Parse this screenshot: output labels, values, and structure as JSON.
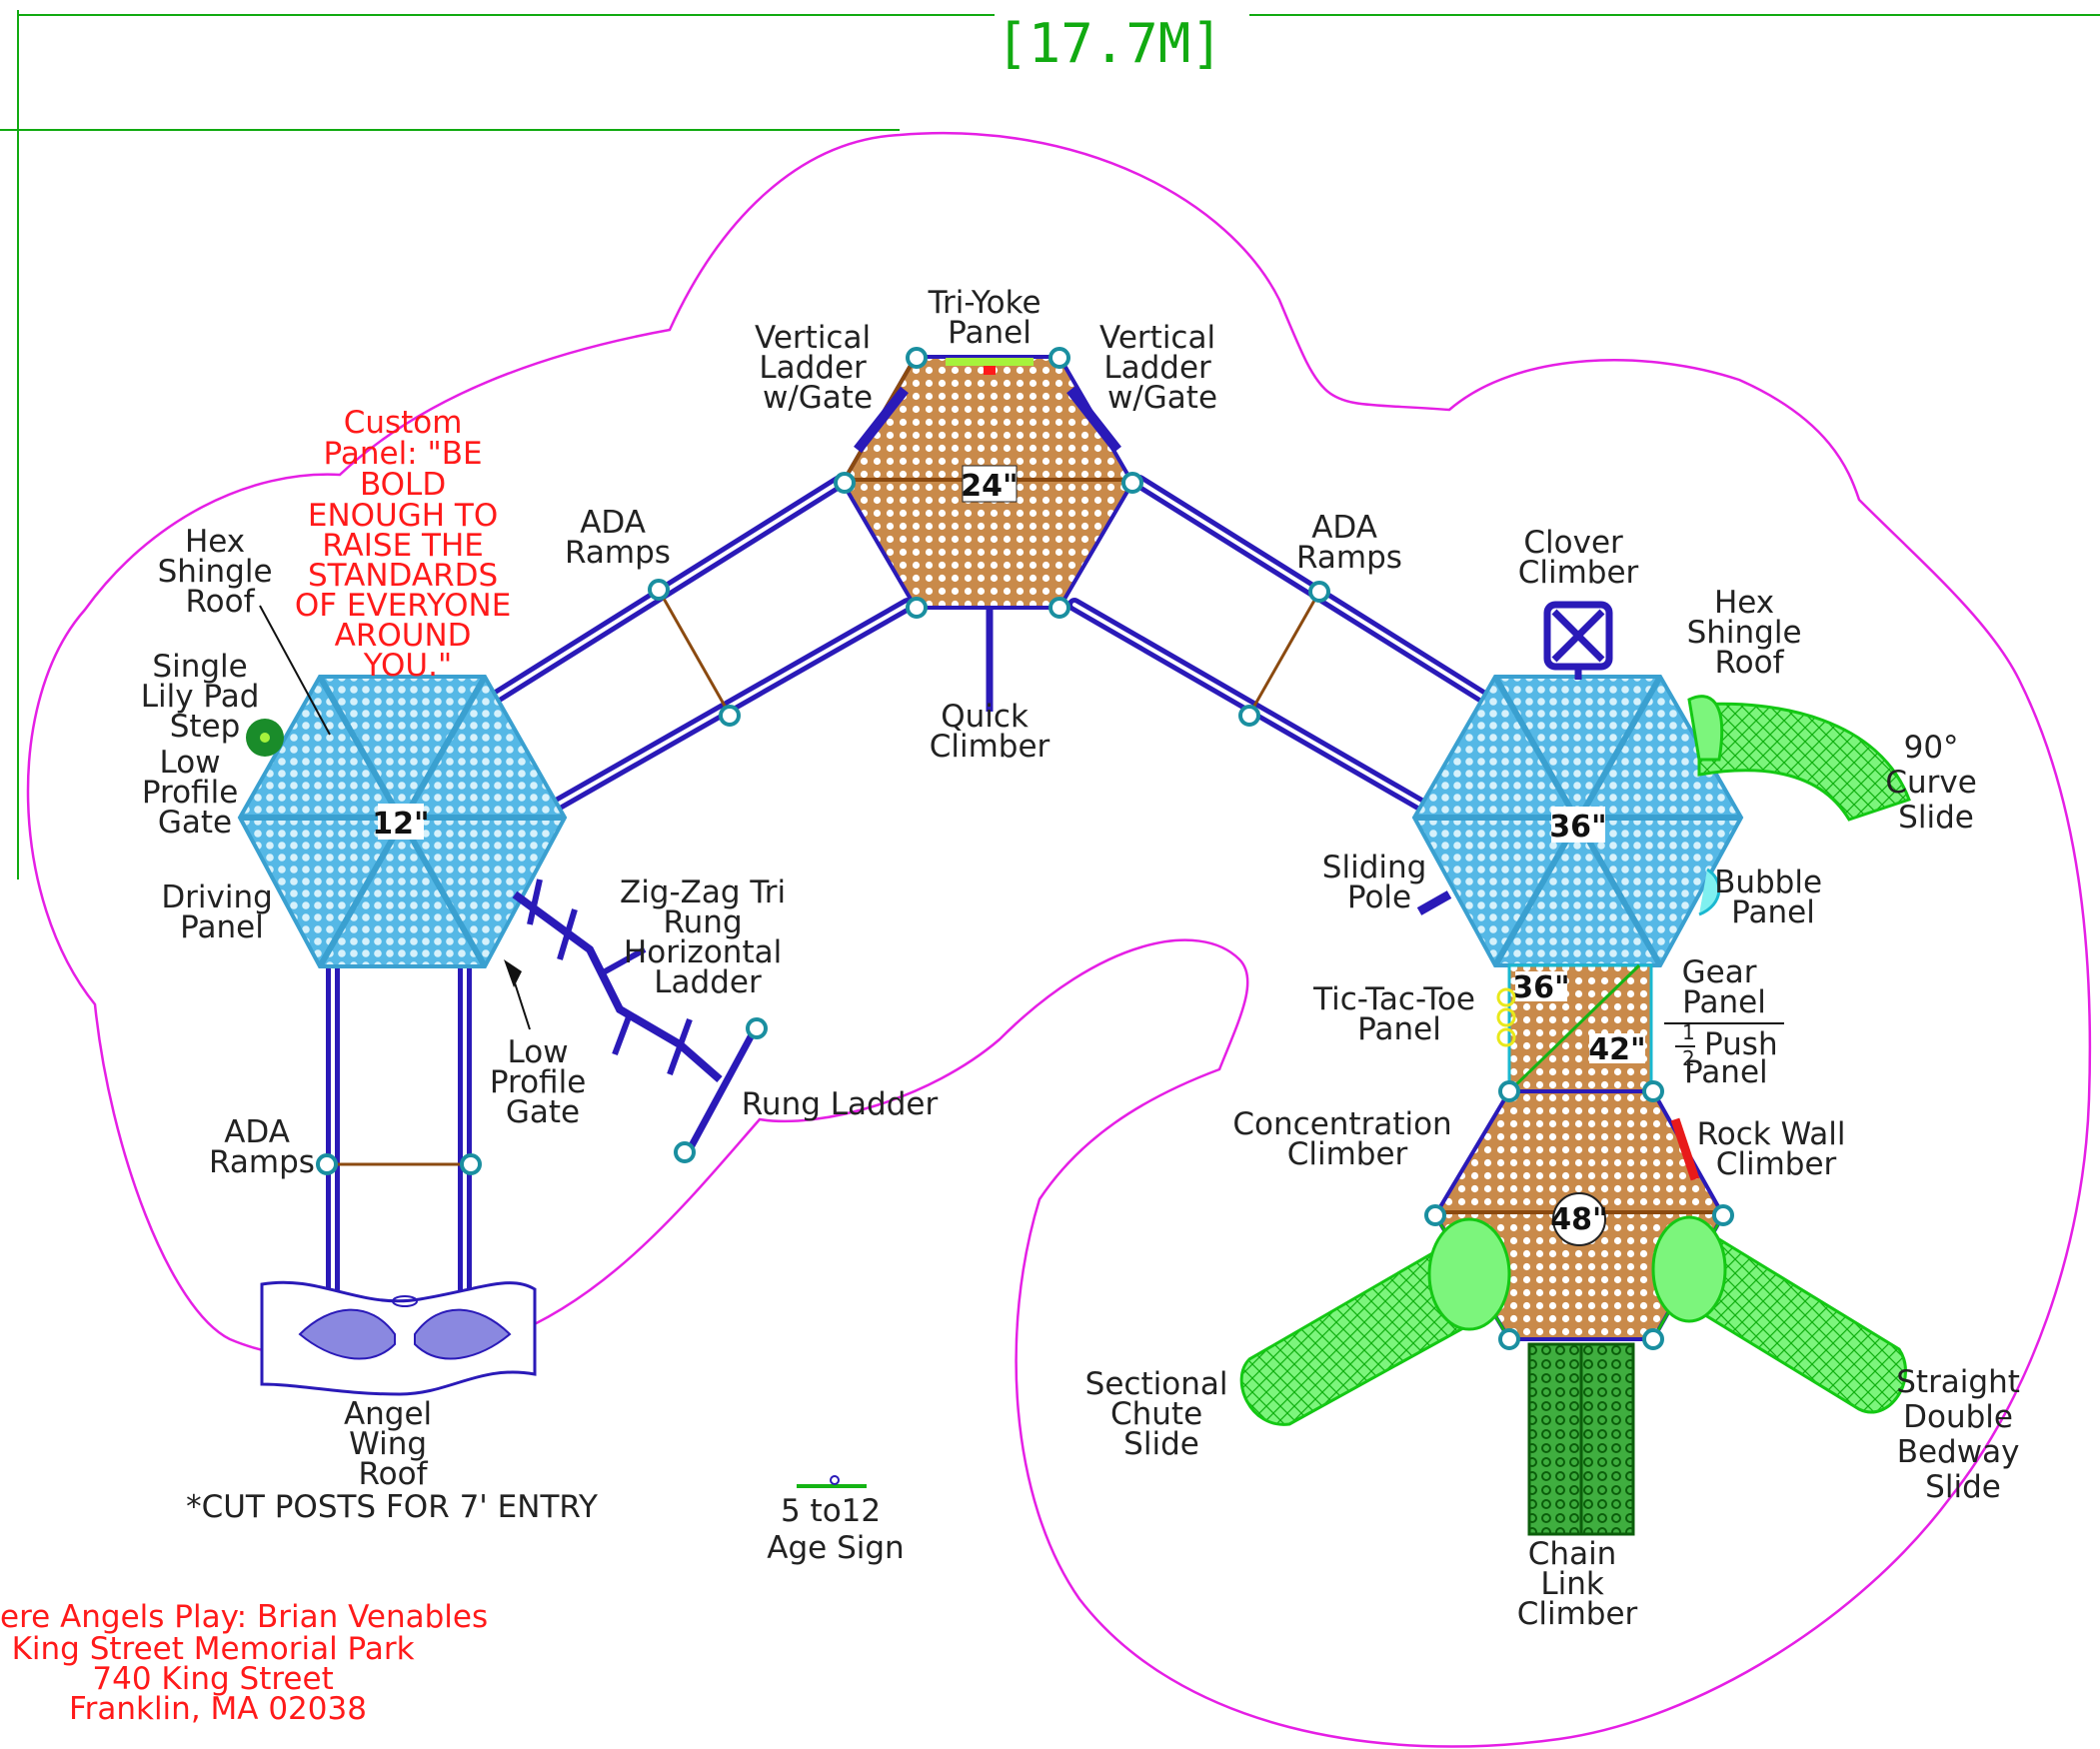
{
  "dimension": {
    "text": "[17.7M]",
    "color": "#11aa11"
  },
  "colors": {
    "boundary": "#e51fe5",
    "beam": "#2a1ab8",
    "deck": "#c98a4a",
    "roof": "#8fd6f0",
    "slide": "#7cf57c",
    "note": "#ff1a1a"
  },
  "custom_panel": [
    "Custom",
    "Panel: \"BE",
    "BOLD",
    "ENOUGH TO",
    "RAISE THE",
    "STANDARDS",
    "OF EVERYONE",
    "AROUND",
    "YOU.\""
  ],
  "labels": {
    "hex_roof_left": [
      "Hex",
      "Shingle",
      "Roof"
    ],
    "lily_pad": [
      "Single",
      "Lily Pad",
      "Step"
    ],
    "low_gate_left": [
      "Low",
      "Profile",
      "Gate"
    ],
    "driving_panel": [
      "Driving",
      "Panel"
    ],
    "ada_ramps_bottom": [
      "ADA",
      "Ramps"
    ],
    "angel_roof": [
      "Angel",
      "Wing",
      "Roof"
    ],
    "cut_posts": "*CUT POSTS FOR 7' ENTRY",
    "ada_ramps_left": [
      "ADA",
      "Ramps"
    ],
    "zigzag": [
      "Zig-Zag Tri",
      "Rung",
      "Horizontal",
      "Ladder"
    ],
    "low_gate_mid": [
      "Low",
      "Profile",
      "Gate"
    ],
    "rung_ladder": "Rung Ladder",
    "vert_ladder_left": [
      "Vertical",
      "Ladder",
      "w/Gate"
    ],
    "tri_yoke": [
      "Tri-Yoke",
      "Panel"
    ],
    "vert_ladder_right": [
      "Vertical",
      "Ladder",
      "w/Gate"
    ],
    "quick_climber": [
      "Quick",
      "Climber"
    ],
    "ada_ramps_right": [
      "ADA",
      "Ramps"
    ],
    "clover": [
      "Clover",
      "Climber"
    ],
    "hex_roof_right": [
      "Hex",
      "Shingle",
      "Roof"
    ],
    "curve_slide": [
      "90°",
      "Curve",
      "Slide"
    ],
    "sliding_pole": [
      "Sliding",
      "Pole"
    ],
    "bubble_panel": [
      "Bubble",
      "Panel"
    ],
    "tic_tac_toe": [
      "Tic-Tac-Toe",
      "Panel"
    ],
    "gear_panel": [
      "Gear",
      "Panel"
    ],
    "push_panel": "Panel",
    "push_word": "Push",
    "push_num": "1",
    "push_den": "2",
    "concentration": [
      "Concentration",
      "Climber"
    ],
    "rock_wall": [
      "Rock Wall",
      "Climber"
    ],
    "sectional": [
      "Sectional",
      "Chute",
      "Slide"
    ],
    "straight_double": [
      "Straight",
      "Double",
      "Bedway",
      "Slide"
    ],
    "chain_link": [
      "Chain",
      "Link",
      "Climber"
    ],
    "age_sign": [
      "5 to12",
      "Age Sign"
    ]
  },
  "deck_heights": {
    "left": "12\"",
    "top": "24\"",
    "right": "36\"",
    "mid_a": "36\"",
    "mid_b": "42\"",
    "bottom": "48\""
  },
  "project": [
    "ere Angels Play: Brian Venables",
    "King Street Memorial Park",
    "740 King Street",
    "Franklin, MA 02038"
  ]
}
